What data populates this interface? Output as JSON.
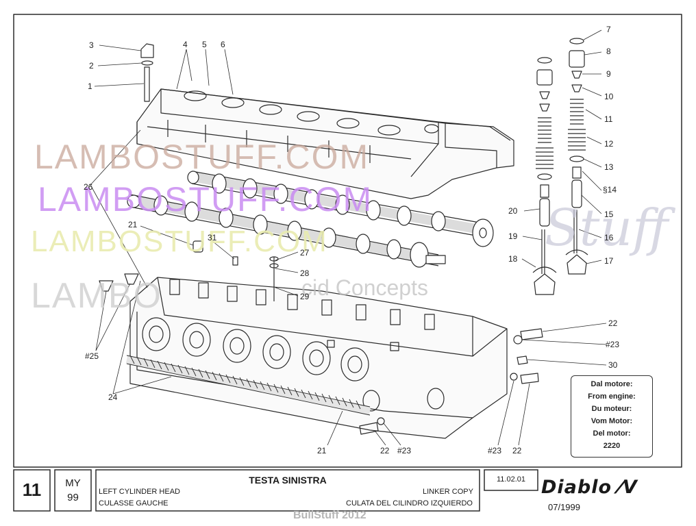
{
  "part_labels": {
    "p1": "1",
    "p2": "2",
    "p3": "3",
    "p4": "4",
    "p5": "5",
    "p6": "6",
    "p7": "7",
    "p8": "8",
    "p9": "9",
    "p10": "10",
    "p11": "11",
    "p12": "12",
    "p13": "13",
    "p14": "§14",
    "p15": "15",
    "p16": "16",
    "p17": "17",
    "p18": "18",
    "p19": "19",
    "p20": "20",
    "p21a": "21",
    "p21b": "21",
    "p22a": "22",
    "p22b": "22",
    "p22c": "22",
    "p23a": "#23",
    "p23b": "#23",
    "p23c": "#23",
    "p24": "24",
    "p25": "#25",
    "p26": "26",
    "p27": "27",
    "p28": "28",
    "p29": "29",
    "p30": "30",
    "p31": "31"
  },
  "engine_box": [
    "Dal motore:",
    "From engine:",
    "Du moteur:",
    "Vom Motor:",
    "Del motor:",
    "2220"
  ],
  "title_block": {
    "page_number": "11",
    "my_label": "MY",
    "my_year": "99",
    "title_it": "TESTA SINISTRA",
    "title_en": "LEFT CYLINDER HEAD",
    "title_fr": "CULASSE GAUCHE",
    "title_de": "LINKER COPY",
    "title_es": "CULATA DEL CILINDRO IZQUIERDO",
    "ref_code": "11.02.01",
    "model": "Diablo ⁄V",
    "date": "07/1999"
  },
  "watermarks": {
    "wm1": "LAMBOSTUFF.COM",
    "wm2": "LAMBOSTUFF.COM",
    "wm3": "LAMBOSTUFF.COM",
    "wm4": "LAMBO",
    "wm5": "Stuff",
    "wm6": "cid Concepts",
    "footer": "BullStuff 2012"
  },
  "colors": {
    "line": "#2a2a2a",
    "watermark_brown": "#c9a89a",
    "watermark_purple": "#c98cf2",
    "watermark_yellow": "#e9ecb0",
    "watermark_grey": "#cfcfcf"
  }
}
